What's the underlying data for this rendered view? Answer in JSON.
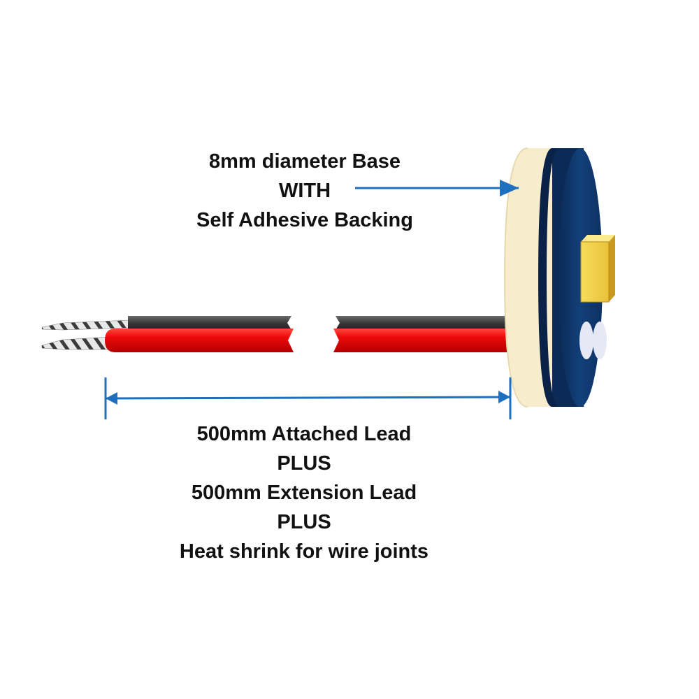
{
  "base_label": {
    "line1": "8mm diameter Base",
    "line2": "WITH",
    "line3": "Self Adhesive Backing"
  },
  "lead_label": {
    "line1": "500mm Attached Lead",
    "line2": "PLUS",
    "line3": "500mm Extension Lead",
    "line4": "PLUS",
    "line5": "Heat shrink for wire joints"
  },
  "colors": {
    "arrow": "#1f6fbf",
    "red_wire": "#e8080a",
    "black_wire": "#3a3a3a",
    "adhesive_backing": "#f7eccb",
    "pcb_base": "#0f3468",
    "led": "#f2d24a"
  }
}
